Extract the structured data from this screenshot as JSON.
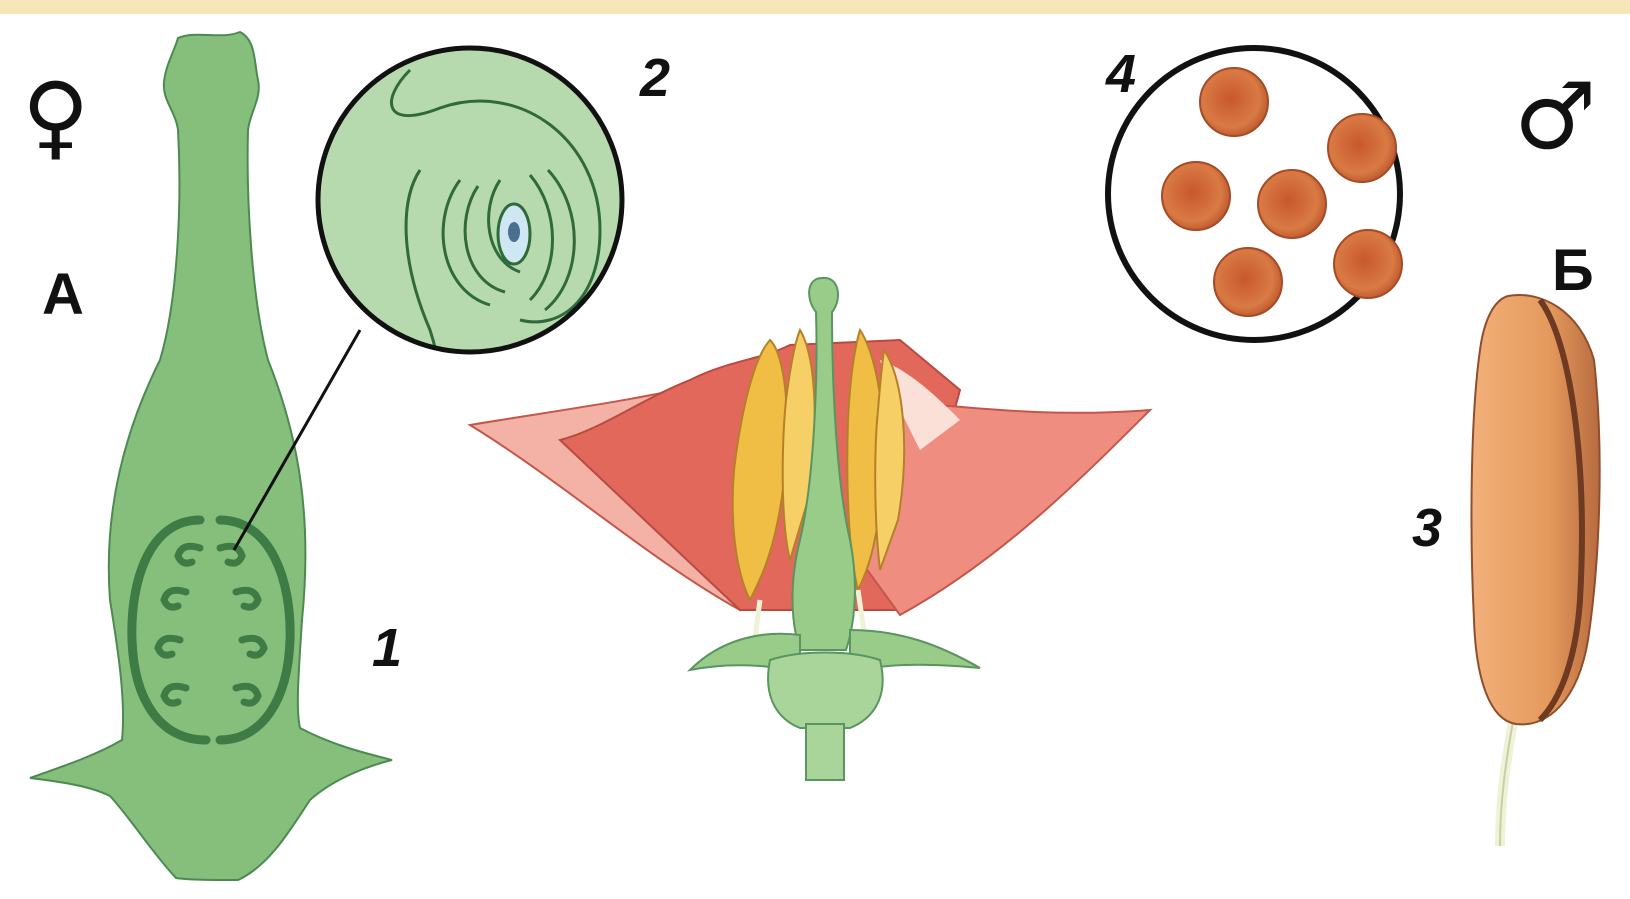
{
  "symbols": {
    "female": "♀",
    "male": "♂"
  },
  "letters": {
    "pistil_side": "А",
    "stamen_side": "Б"
  },
  "numbers": {
    "pistil": "1",
    "ovule_zoom": "2",
    "anther": "3",
    "pollen_zoom": "4"
  },
  "colors": {
    "top_band": "#f6e7b8",
    "pistil_green": "#86bf7c",
    "pistil_dark": "#3f7b45",
    "petal_red": "#e3685c",
    "petal_pink": "#f4b1a5",
    "stamen_yellow": "#f0be45",
    "anther_orange": "#e8a160",
    "pollen_orange": "#d7743f",
    "outline": "#111111"
  },
  "icons": [
    "female-symbol-icon",
    "male-symbol-icon"
  ]
}
